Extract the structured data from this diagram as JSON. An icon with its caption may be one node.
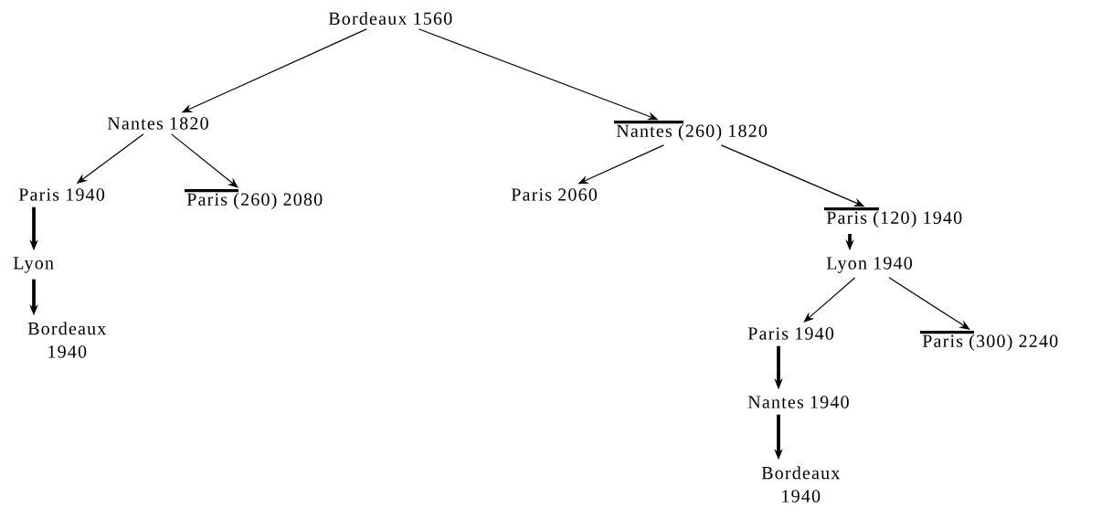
{
  "diagram": {
    "nodes": [
      {
        "text": [
          "Bordeaux 1560"
        ]
      },
      {
        "text": [
          "Nantes 1820"
        ]
      },
      {
        "text": [
          "Nantes (260) 1820"
        ]
      },
      {
        "text": [
          "Paris 1940"
        ]
      },
      {
        "text": [
          "Paris (260) 2080"
        ]
      },
      {
        "text": [
          "Lyon"
        ]
      },
      {
        "text": [
          "Bordeaux 1940"
        ]
      },
      {
        "text": [
          "Paris 2060"
        ]
      },
      {
        "text": [
          "Paris (120) 1940"
        ]
      },
      {
        "text": [
          "Lyon 1940"
        ]
      },
      {
        "text": [
          "Paris 1940"
        ]
      },
      {
        "text": [
          "Paris (300) 2240"
        ]
      },
      {
        "text": [
          "Nantes 1940"
        ]
      },
      {
        "text": [
          "Bordeaux 1940"
        ]
      }
    ],
    "edges": [
      {
        "from": 0,
        "to": 1,
        "arrow": "to"
      },
      {
        "from": 0,
        "to": 2,
        "arrow": "to"
      },
      {
        "from": 1,
        "to": 3,
        "arrow": "to"
      },
      {
        "from": 1,
        "to": 4,
        "arrow": "to"
      },
      {
        "from": 3,
        "to": 5,
        "arrow": "to",
        "style": "thick"
      },
      {
        "from": 5,
        "to": 6,
        "arrow": "to",
        "style": "thick"
      },
      {
        "from": 2,
        "to": 7,
        "arrow": "to"
      },
      {
        "from": 2,
        "to": 8,
        "arrow": "to"
      },
      {
        "from": 8,
        "to": 9,
        "arrow": "to",
        "style": "thick"
      },
      {
        "from": 9,
        "to": 10,
        "arrow": "to"
      },
      {
        "from": 9,
        "to": 11,
        "arrow": "to"
      },
      {
        "from": 10,
        "to": 12,
        "arrow": "to",
        "style": "thick"
      },
      {
        "from": 12,
        "to": 13,
        "arrow": "to",
        "style": "thick"
      }
    ]
  }
}
